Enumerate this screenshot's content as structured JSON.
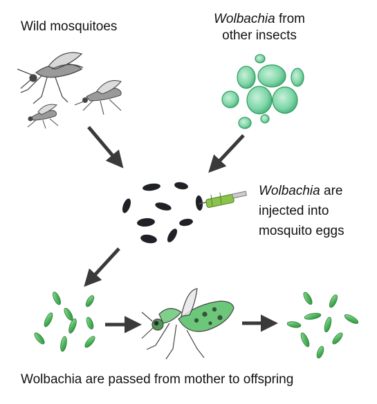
{
  "labels": {
    "wild_mosquitoes": "Wild mosquitoes",
    "wolbachia_source_italic": "Wolbachia",
    "wolbachia_source_rest": " from",
    "wolbachia_source_line2": "other insects",
    "injected_italic": "Wolbachia",
    "injected_rest": " are",
    "injected_line2": "injected into",
    "injected_line3": "mosquito eggs",
    "caption": "Wolbachia are passed from mother to offspring"
  },
  "colors": {
    "arrow": "#3a3a3a",
    "egg": "#1f2126",
    "bacteria_fill": "#5cc26a",
    "bacteria_dark": "#2f8f48",
    "cell_fill": "#7fd6a8",
    "cell_edge": "#2e9a5e",
    "mosquito": "#555555",
    "syringe_green": "#8bc34a"
  }
}
